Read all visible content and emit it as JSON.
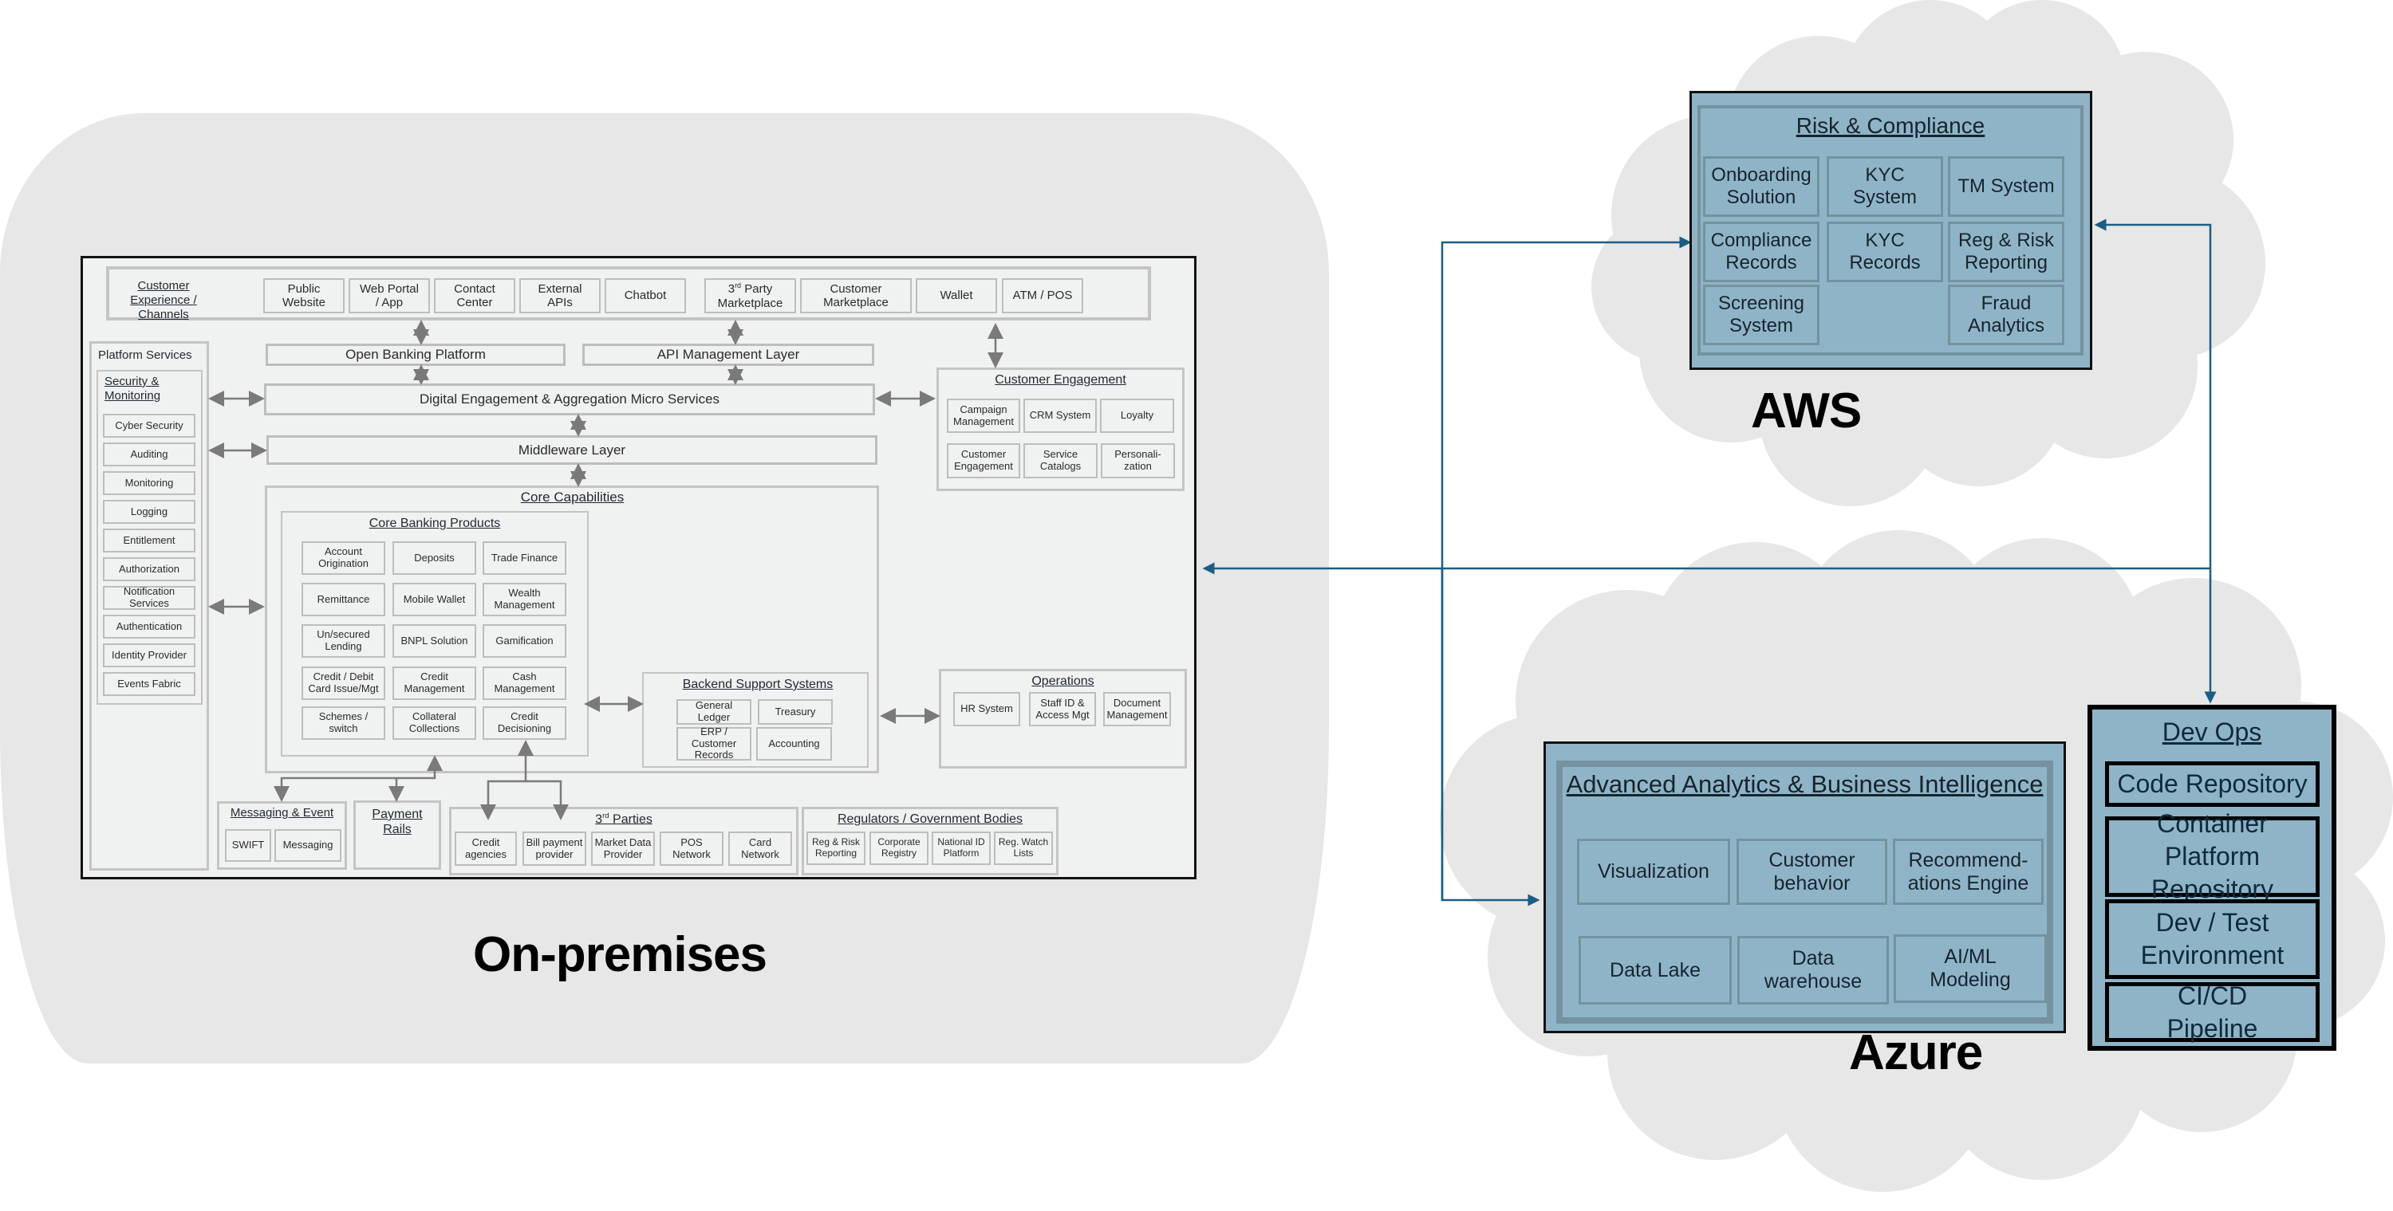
{
  "colors": {
    "connector_blue": "#1b5e84",
    "connector_gray": "#7a7a7a",
    "cloud_fill": "#e7e7e7",
    "panel_blue": "#8fb4c8",
    "panel_gray": "#f0f1f1"
  },
  "regions": {
    "onprem_label": "On-premises",
    "aws_label": "AWS",
    "azure_label": "Azure"
  },
  "onprem": {
    "channels": {
      "title": "Customer\nExperience / Channels",
      "items": [
        "Public\nWebsite",
        "Web Portal\n/ App",
        "Contact\nCenter",
        "External\nAPIs",
        "Chatbot",
        "3rd Party\nMarketplace",
        "Customer\nMarketplace",
        "Wallet",
        "ATM / POS"
      ]
    },
    "open_banking": "Open Banking Platform",
    "api_management": "API Management Layer",
    "digital_engagement": "Digital Engagement & Aggregation Micro Services",
    "middleware": "Middleware Layer",
    "platform_services": {
      "title": "Platform Services",
      "subtitle": "Security &\nMonitoring",
      "items": [
        "Cyber Security",
        "Auditing",
        "Monitoring",
        "Logging",
        "Entitlement",
        "Authorization",
        "Notification\nServices",
        "Authentication",
        "Identity Provider",
        "Events Fabric"
      ]
    },
    "customer_engagement": {
      "title": "Customer Engagement",
      "items": [
        "Campaign\nManagement",
        "CRM System",
        "Loyalty",
        "Customer\nEngagement",
        "Service\nCatalogs",
        "Personali-\nzation"
      ]
    },
    "core_capabilities": {
      "title": "Core Capabilities",
      "core_banking_title": "Core Banking Products",
      "core_banking_items": [
        "Account\nOrigination",
        "Deposits",
        "Trade Finance",
        "Remittance",
        "Mobile Wallet",
        "Wealth\nManagement",
        "Un/secured\nLending",
        "BNPL Solution",
        "Gamification",
        "Credit / Debit\nCard Issue/Mgt",
        "Credit\nManagement",
        "Cash\nManagement",
        "Schemes /\nswitch",
        "Collateral\nCollections",
        "Credit\nDecisioning"
      ],
      "backend_title": "Backend Support Systems",
      "backend_items": [
        "General Ledger",
        "Treasury",
        "ERP / Customer\nRecords",
        "Accounting"
      ]
    },
    "operations": {
      "title": "Operations",
      "items": [
        "HR System",
        "Staff ID &\nAccess Mgt",
        "Document\nManagement"
      ]
    },
    "messaging": {
      "title": "Messaging & Event",
      "items": [
        "SWIFT",
        "Messaging"
      ]
    },
    "payment_rails": "Payment\nRails",
    "third_parties": {
      "title_prefix": "3",
      "title_sup": "rd",
      "title_suffix": " Parties",
      "items": [
        "Credit\nagencies",
        "Bill payment\nprovider",
        "Market Data\nProvider",
        "POS Network",
        "Card\nNetwork"
      ]
    },
    "regulators": {
      "title": "Regulators / Government Bodies",
      "items": [
        "Reg & Risk\nReporting",
        "Corporate\nRegistry",
        "National ID\nPlatform",
        "Reg. Watch\nLists"
      ]
    }
  },
  "aws": {
    "title": "Risk & Compliance",
    "items": [
      "Onboarding\nSolution",
      "KYC\nSystem",
      "TM System",
      "Compliance\nRecords",
      "KYC Records",
      "Reg & Risk\nReporting",
      "Screening\nSystem",
      "Fraud\nAnalytics"
    ]
  },
  "azure": {
    "title": "Advanced Analytics & Business Intelligence",
    "items": [
      "Visualization",
      "Customer\nbehavior",
      "Recommend-\nations Engine",
      "Data Lake",
      "Data\nwarehouse",
      "AI/ML\nModeling"
    ]
  },
  "devops": {
    "title": "Dev Ops",
    "items": [
      "Code Repository",
      "Container\nPlatform\nRepository",
      "Dev / Test\nEnvironment",
      "CI/CD\nPipeline"
    ]
  }
}
